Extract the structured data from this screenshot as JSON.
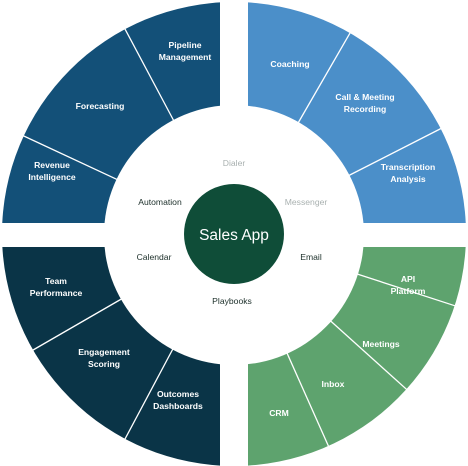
{
  "center": {
    "label": "Sales App",
    "color": "#0f4d38"
  },
  "quadrants": [
    {
      "id": "deals",
      "title": "DEALS",
      "color": "#135078",
      "segments": [
        {
          "lines": [
            "Revenue",
            "Intelligence"
          ]
        },
        {
          "lines": [
            "Forecasting"
          ]
        },
        {
          "lines": [
            "Pipeline",
            "Management"
          ]
        }
      ]
    },
    {
      "id": "conversations",
      "title": "CONVERSATIONS",
      "color": "#4b8fc9",
      "segments": [
        {
          "lines": [
            "Coaching"
          ]
        },
        {
          "lines": [
            "Call & Meeting",
            "Recording"
          ]
        },
        {
          "lines": [
            "Transcription",
            "Analysis"
          ]
        }
      ]
    },
    {
      "id": "integrations",
      "title": "INTEGRATIONS",
      "color": "#5ea36e",
      "segments": [
        {
          "lines": [
            "API",
            "Platform"
          ]
        },
        {
          "lines": [
            "Meetings"
          ]
        },
        {
          "lines": [
            "Inbox"
          ]
        },
        {
          "lines": [
            "CRM"
          ]
        }
      ]
    },
    {
      "id": "analytics",
      "title": "ANALYTICS",
      "color": "#0a3447",
      "segments": [
        {
          "lines": [
            "Outcomes",
            "Dashboards"
          ]
        },
        {
          "lines": [
            "Engagement",
            "Scoring"
          ]
        },
        {
          "lines": [
            "Team",
            "Performance"
          ]
        }
      ]
    }
  ],
  "inner_items": [
    {
      "label": "Dialer",
      "muted": true
    },
    {
      "label": "Messenger",
      "muted": true
    },
    {
      "label": "Email",
      "muted": false
    },
    {
      "label": "Playbooks",
      "muted": false
    },
    {
      "label": "Calendar",
      "muted": false
    },
    {
      "label": "Automation",
      "muted": false
    }
  ],
  "colors": {
    "inner_text": "#1c2f2a",
    "inner_muted": "#a9b1b0"
  }
}
